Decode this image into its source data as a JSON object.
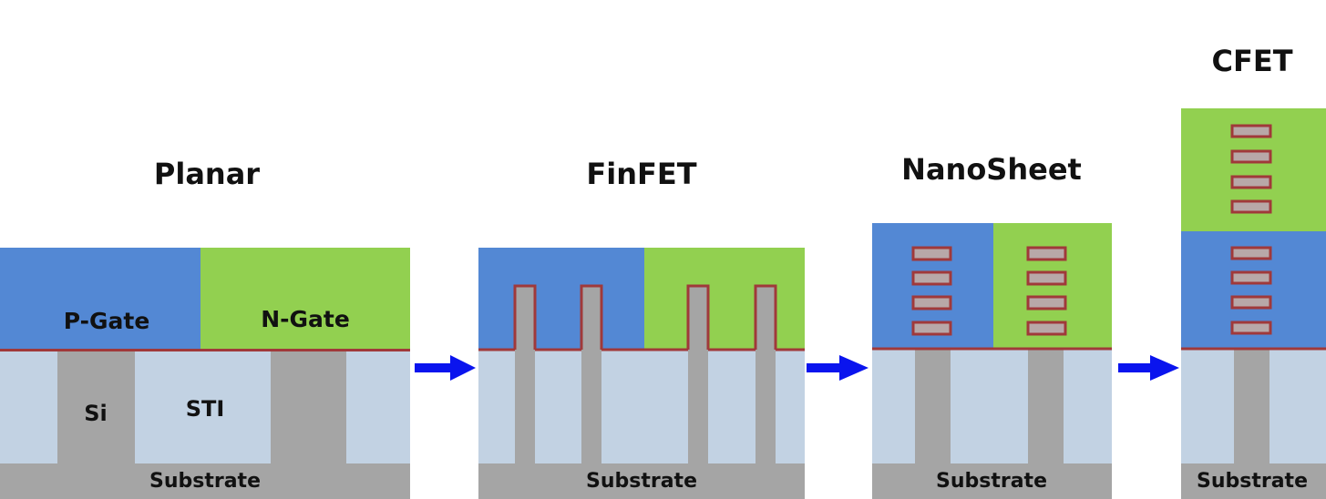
{
  "panels": {
    "planar": {
      "title": "Planar",
      "p_gate": "P-Gate",
      "n_gate": "N-Gate",
      "si": "Si",
      "sti": "STI",
      "substrate": "Substrate"
    },
    "finfet": {
      "title": "FinFET",
      "substrate": "Substrate"
    },
    "nanosheet": {
      "title": "NanoSheet",
      "substrate": "Substrate"
    },
    "cfet": {
      "title": "CFET",
      "substrate": "Substrate"
    }
  },
  "colors": {
    "p_gate": "#5388d4",
    "n_gate": "#92d050",
    "sti": "#c2d2e3",
    "silicon": "#a5a5a5",
    "oxide_line": "#a0393a",
    "sheet_fill": "#b8a8a8",
    "arrow": "#0a14ee"
  }
}
